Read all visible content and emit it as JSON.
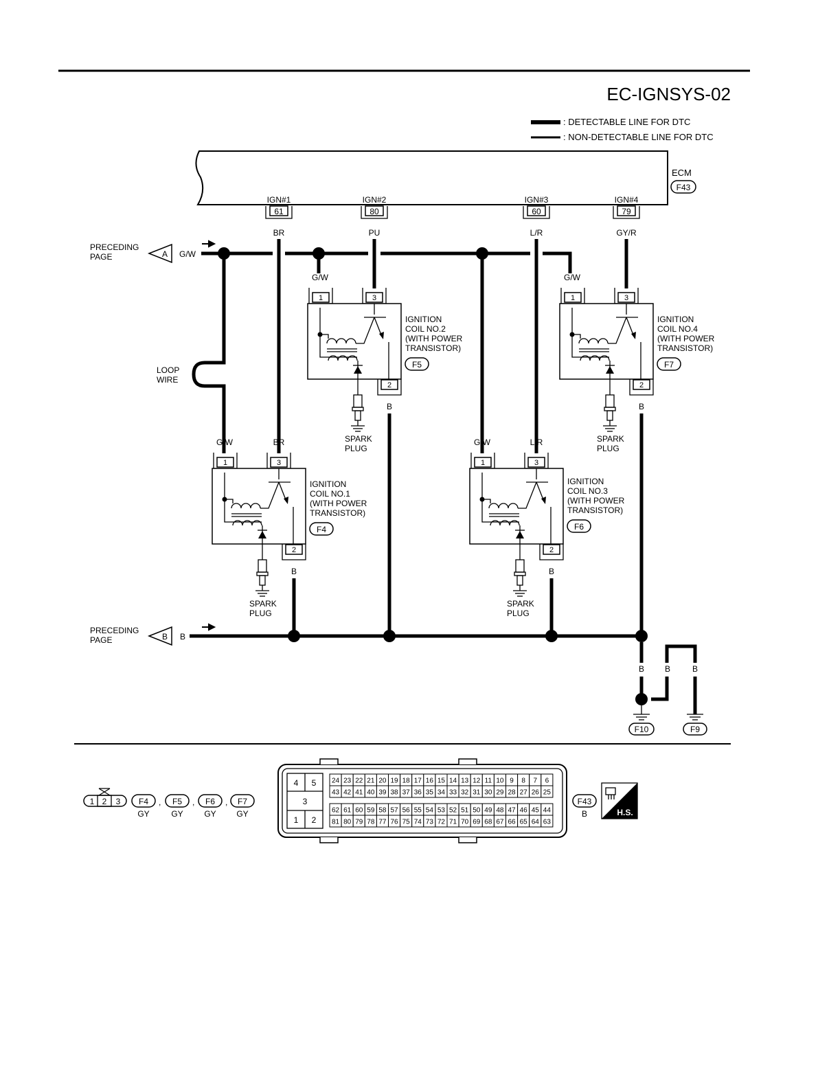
{
  "header": {
    "code": "EC-IGNSYS-02"
  },
  "legend": {
    "detectable": ": DETECTABLE LINE FOR DTC",
    "non_detectable": ": NON-DETECTABLE LINE FOR DTC"
  },
  "ecm": {
    "label": "ECM",
    "connector": "F43",
    "terminals": [
      {
        "name": "IGN#1",
        "pin": "61",
        "wire": "BR"
      },
      {
        "name": "IGN#2",
        "pin": "80",
        "wire": "PU"
      },
      {
        "name": "IGN#3",
        "pin": "60",
        "wire": "L/R"
      },
      {
        "name": "IGN#4",
        "pin": "79",
        "wire": "GY/R"
      }
    ]
  },
  "preceding": {
    "a": {
      "label1": "PRECEDING",
      "label2": "PAGE",
      "letter": "A",
      "wire": "G/W"
    },
    "b": {
      "label1": "PRECEDING",
      "label2": "PAGE",
      "letter": "B",
      "wire": "B"
    }
  },
  "loop_wire": {
    "label1": "LOOP",
    "label2": "WIRE"
  },
  "coils": [
    {
      "line1": "IGNITION",
      "line2": "COIL NO.1",
      "line3": "(WITH POWER",
      "line4": " TRANSISTOR)",
      "connector": "F4",
      "pin1": "1",
      "pin2": "2",
      "pin3": "3",
      "wire_in": "G/W",
      "wire_sig": "BR",
      "wire_gnd": "B"
    },
    {
      "line1": "IGNITION",
      "line2": "COIL NO.2",
      "line3": "(WITH POWER",
      "line4": " TRANSISTOR)",
      "connector": "F5",
      "pin1": "1",
      "pin2": "2",
      "pin3": "3",
      "wire_in": "G/W",
      "wire_sig": "",
      "wire_gnd": "B"
    },
    {
      "line1": "IGNITION",
      "line2": "COIL NO.3",
      "line3": "(WITH POWER",
      "line4": " TRANSISTOR)",
      "connector": "F6",
      "pin1": "1",
      "pin2": "2",
      "pin3": "3",
      "wire_in": "G/W",
      "wire_sig": "L/R",
      "wire_gnd": "B"
    },
    {
      "line1": "IGNITION",
      "line2": "COIL NO.4",
      "line3": "(WITH POWER",
      "line4": " TRANSISTOR)",
      "connector": "F7",
      "pin1": "1",
      "pin2": "2",
      "pin3": "3",
      "wire_in": "G/W",
      "wire_sig": "",
      "wire_gnd": "B"
    }
  ],
  "spark_plug": {
    "line1": "SPARK",
    "line2": "PLUG"
  },
  "ground": {
    "wire": "B",
    "connectors": [
      "F10",
      "F9"
    ]
  },
  "connector_views": {
    "coil_pins": [
      "1",
      "2",
      "3"
    ],
    "coil_conns": [
      {
        "id": "F4",
        "color": "GY"
      },
      {
        "id": "F5",
        "color": "GY"
      },
      {
        "id": "F6",
        "color": "GY"
      },
      {
        "id": "F7",
        "color": "GY"
      }
    ],
    "ecm_small_pins": [
      "4",
      "5",
      "3",
      "1",
      "2"
    ],
    "ecm_rows": [
      [
        "24",
        "23",
        "22",
        "21",
        "20",
        "19",
        "18",
        "17",
        "16",
        "15",
        "14",
        "13",
        "12",
        "11",
        "10",
        "9",
        "8",
        "7",
        "6"
      ],
      [
        "43",
        "42",
        "41",
        "40",
        "39",
        "38",
        "37",
        "36",
        "35",
        "34",
        "33",
        "32",
        "31",
        "30",
        "29",
        "28",
        "27",
        "26",
        "25"
      ],
      [
        "62",
        "61",
        "60",
        "59",
        "58",
        "57",
        "56",
        "55",
        "54",
        "53",
        "52",
        "51",
        "50",
        "49",
        "48",
        "47",
        "46",
        "45",
        "44"
      ],
      [
        "81",
        "80",
        "79",
        "78",
        "77",
        "76",
        "75",
        "74",
        "73",
        "72",
        "71",
        "70",
        "69",
        "68",
        "67",
        "66",
        "65",
        "64",
        "63"
      ]
    ],
    "ecm_conn": {
      "id": "F43",
      "color": "B"
    },
    "hs_label": "H.S."
  }
}
